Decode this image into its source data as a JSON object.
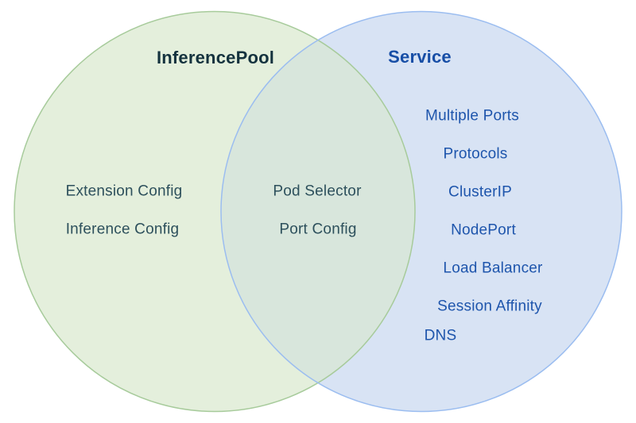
{
  "diagram": {
    "type": "venn",
    "left": {
      "title": "InferencePool",
      "items": [
        "Extension Config",
        "Inference Config"
      ]
    },
    "intersection": {
      "items": [
        "Pod Selector",
        "Port Config"
      ]
    },
    "right": {
      "title": "Service",
      "items": [
        "Multiple Ports",
        "Protocols",
        "ClusterIP",
        "NodePort",
        "Load Balancer",
        "Session Affinity",
        "DNS"
      ]
    }
  },
  "colors": {
    "left_fill": "#e4efdc",
    "left_stroke": "#a7cb9b",
    "right_fill": "#d8e3f4",
    "right_stroke": "#9bbdf0",
    "overlap_fill": "#d8e6dc",
    "left_title_color": "#14323e",
    "left_item_color": "#2d505c",
    "right_title_color": "#174ea6",
    "right_item_color": "#1e55ac",
    "background": "#ffffff"
  }
}
